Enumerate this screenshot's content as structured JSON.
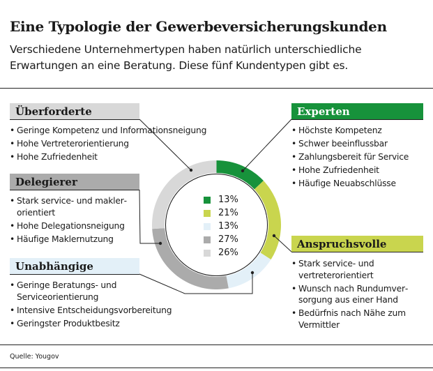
{
  "title": "Eine Typologie der Gewerbeversicherungskunden",
  "subtitle": [
    "Verschiedene Unternehmertypen haben natürlich unterschiedliche",
    "Erwartungen an eine Beratung. Diese fünf Kundentypen gibt es."
  ],
  "source": "Quelle: Yougov",
  "segments": [
    {
      "name": "Überforderte",
      "bullets": [
        "Geringe Kompetenz und Informationsneigung",
        "Hohe Vertreterorientierung",
        "Hohe Zufriedenheit"
      ]
    },
    {
      "name": "Delegierer",
      "bullets": [
        "Stark service- und makler­orientiert",
        "Hohe Delegationsneigung",
        "Häufige Maklernutzung"
      ]
    },
    {
      "name": "Unabhängige",
      "bullets": [
        "Geringe Beratungs- und Serviceorientierung",
        "Intensive Entscheidungsvorbereitung",
        "Geringster Produktbesitz"
      ]
    },
    {
      "name": "Experten",
      "bullets": [
        "Höchste Kompetenz",
        "Schwer beeinflussbar",
        "Zahlungsbereit für Service",
        "Hohe Zufriedenheit",
        "Häufige Neuabschlüsse"
      ]
    },
    {
      "name": "Anspruchsvolle",
      "bullets": [
        "Stark service- und vertreterorientiert",
        "Wunsch nach Rundumver­sorgung aus einer Hand",
        "Bedürfnis nach Nähe zum Vermittler"
      ]
    }
  ],
  "chart_data": {
    "type": "pie",
    "style": "donut",
    "categories": [
      "Experten",
      "Anspruchsvolle",
      "Unabhängige",
      "Delegierer",
      "Überforderte"
    ],
    "values": [
      13,
      21,
      13,
      27,
      26
    ],
    "labels": [
      "13%",
      "21%",
      "13%",
      "27%",
      "26%"
    ],
    "colors": [
      "#17923b",
      "#c9d54e",
      "#e3f0f8",
      "#ababab",
      "#d8d8d8"
    ],
    "unit": "%"
  }
}
